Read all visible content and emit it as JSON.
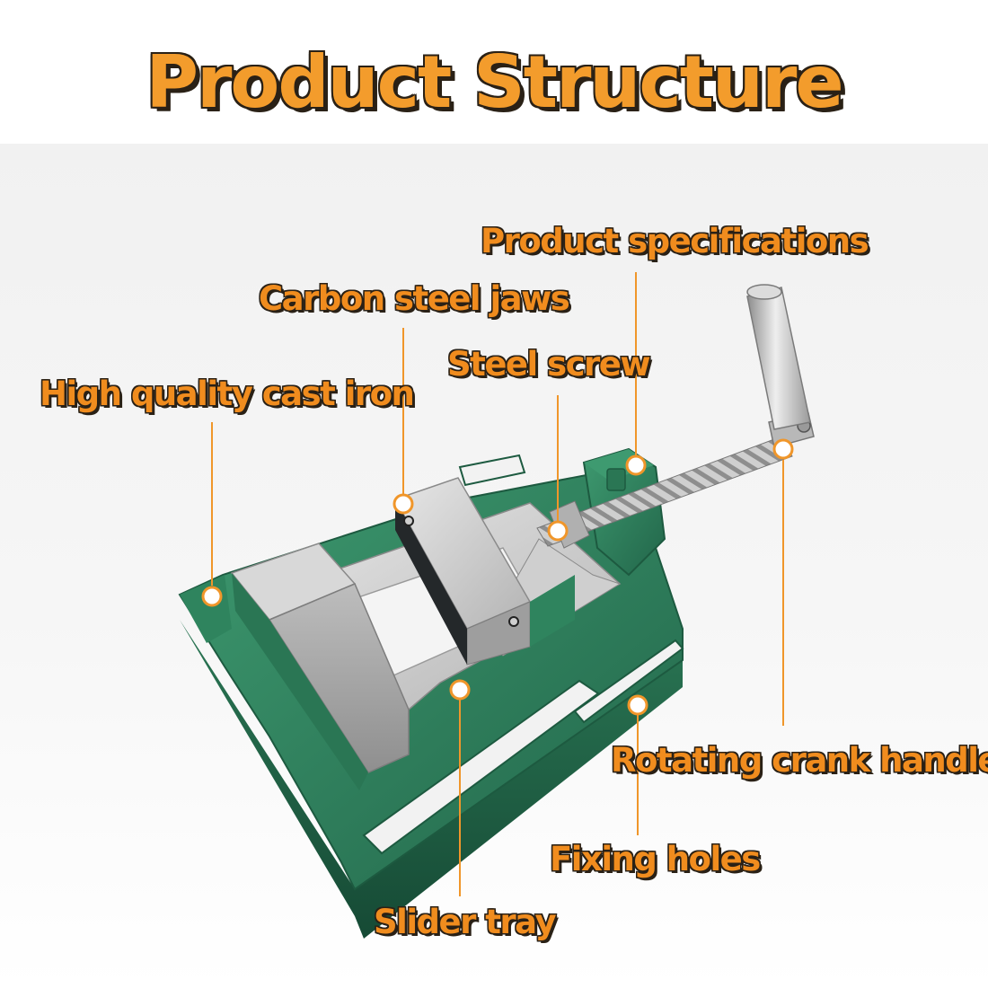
{
  "title": "Product Structure",
  "labels": {
    "product_specifications": "Product specifications",
    "carbon_steel_jaws": "Carbon steel jaws",
    "steel_screw": "Steel screw",
    "high_quality_cast_iron": "High quality cast iron",
    "rotating_crank_handle": "Rotating crank handle",
    "fixing_holes": "Fixing holes",
    "slider_tray": "Slider tray"
  },
  "colors": {
    "label_fill": "#f08c1e",
    "title_fill": "#f39c2c",
    "outline": "#2a2116",
    "cast_iron_green": "#2f7d5a",
    "steel": "#c9c9c9"
  }
}
